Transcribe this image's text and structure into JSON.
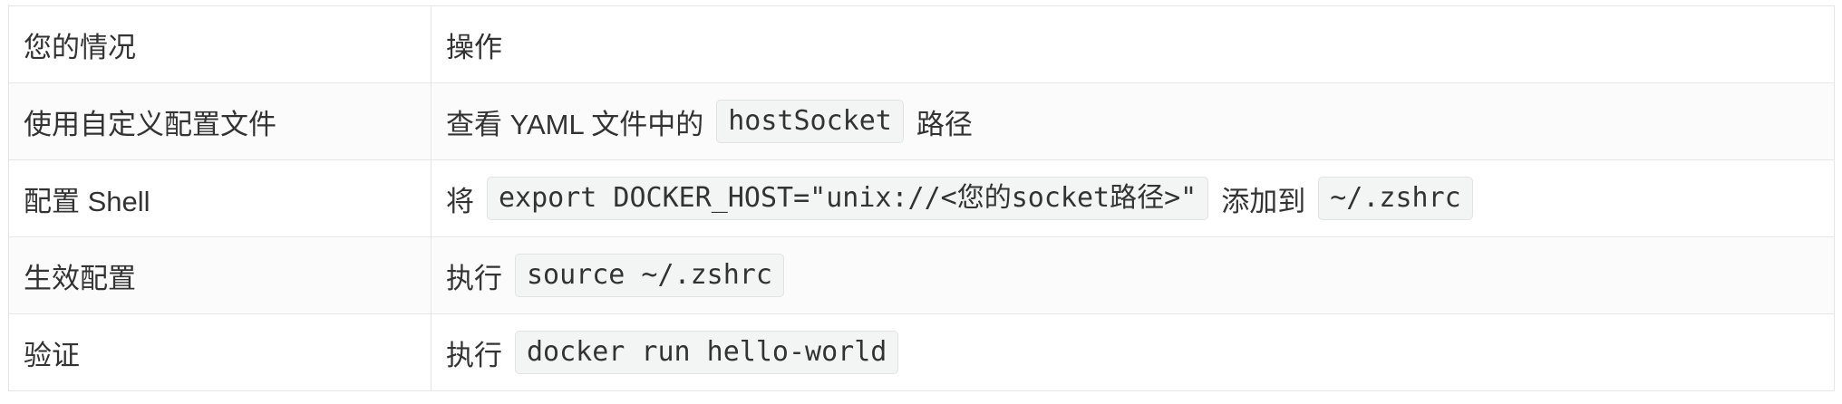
{
  "table": {
    "header": {
      "col1": "您的情况",
      "col2": "操作"
    },
    "rows": [
      {
        "situation": "使用自定义配置文件",
        "action": [
          {
            "type": "text",
            "value": "查看 YAML 文件中的"
          },
          {
            "type": "code",
            "value": "hostSocket"
          },
          {
            "type": "text",
            "value": "路径"
          }
        ]
      },
      {
        "situation": "配置 Shell",
        "action": [
          {
            "type": "text",
            "value": "将"
          },
          {
            "type": "code",
            "value": "export DOCKER_HOST=\"unix://<您的socket路径>\""
          },
          {
            "type": "text",
            "value": "添加到"
          },
          {
            "type": "code",
            "value": "~/.zshrc"
          }
        ]
      },
      {
        "situation": "生效配置",
        "action": [
          {
            "type": "text",
            "value": "执行"
          },
          {
            "type": "code",
            "value": "source ~/.zshrc"
          }
        ]
      },
      {
        "situation": "验证",
        "action": [
          {
            "type": "text",
            "value": "执行"
          },
          {
            "type": "code",
            "value": "docker run hello-world"
          }
        ]
      }
    ]
  }
}
